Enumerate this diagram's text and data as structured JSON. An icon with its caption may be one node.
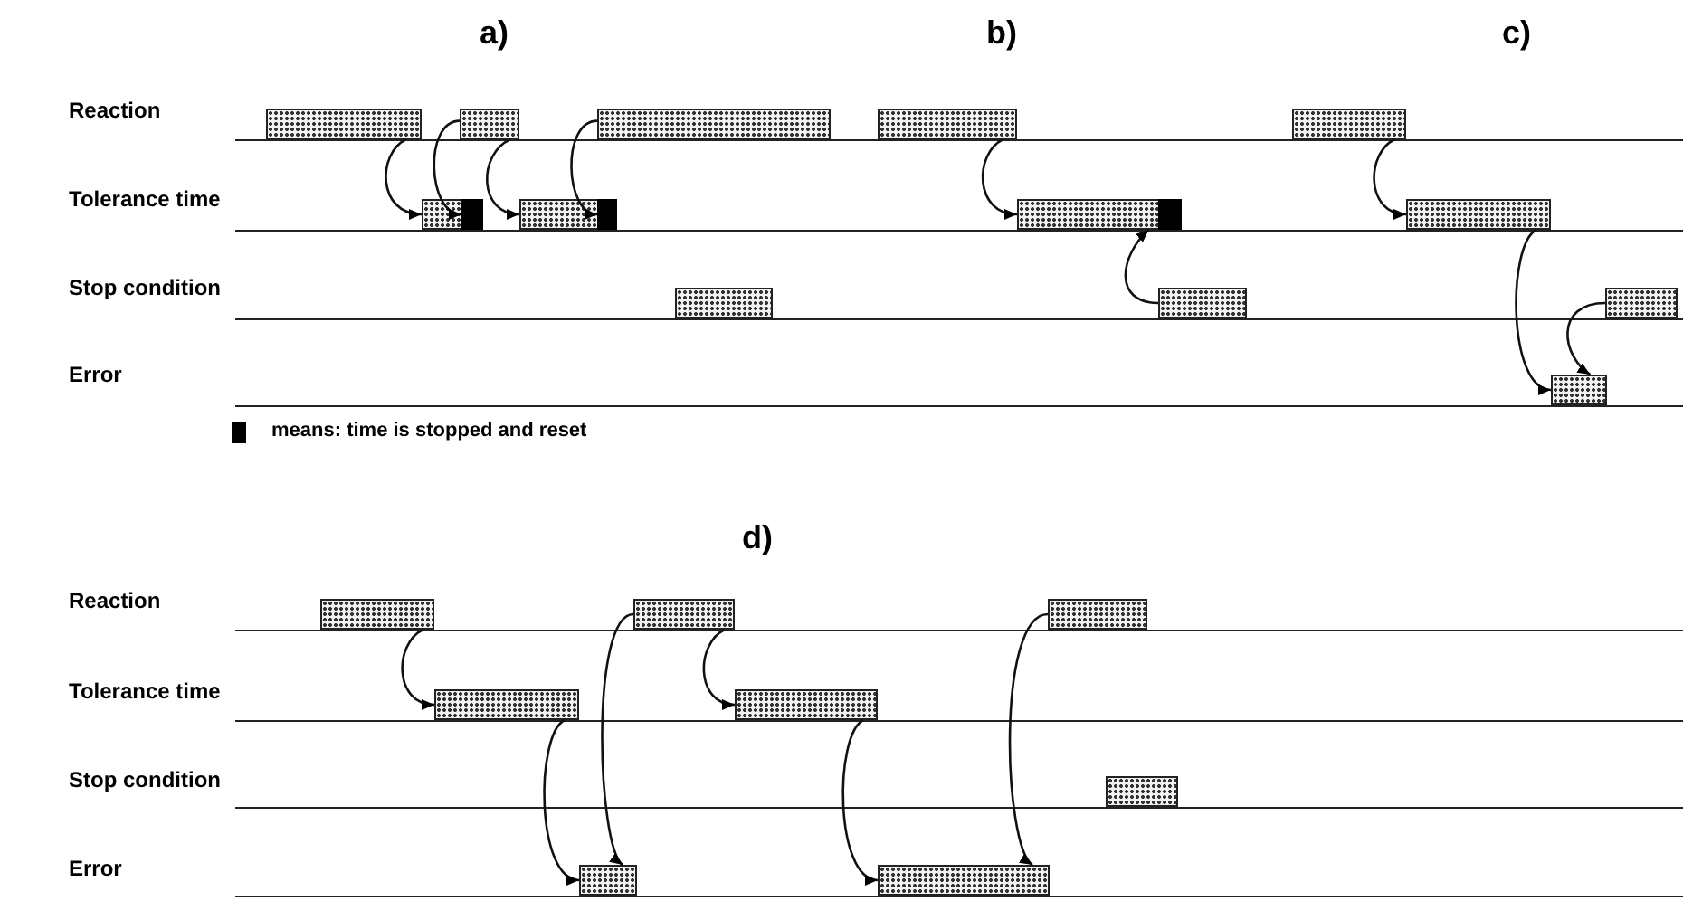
{
  "diagram": {
    "nodes": [
      {
        "text": [],
        "shape": "bar"
      },
      {
        "text": [],
        "shape": "bar"
      },
      {
        "text": [],
        "shape": "bar"
      },
      {
        "text": [],
        "shape": "bar"
      },
      {
        "text": [],
        "shape": "bar",
        "in": 3
      },
      {
        "text": [],
        "shape": "bar"
      },
      {
        "text": [],
        "shape": "bar",
        "in": 5
      },
      {
        "text": [],
        "shape": "bar"
      },
      {
        "text": [],
        "shape": "bar"
      },
      {
        "text": [],
        "shape": "bar"
      },
      {
        "text": [],
        "shape": "bar",
        "in": 9
      },
      {
        "text": [],
        "shape": "bar"
      },
      {
        "text": [],
        "shape": "bar"
      },
      {
        "text": [],
        "shape": "bar"
      },
      {
        "text": [],
        "shape": "bar"
      },
      {
        "text": [],
        "shape": "bar"
      },
      {
        "text": [],
        "shape": "bar"
      },
      {
        "text": [],
        "shape": "bar"
      },
      {
        "text": [],
        "shape": "bar"
      },
      {
        "text": [],
        "shape": "bar"
      },
      {
        "text": [],
        "shape": "bar"
      },
      {
        "text": [],
        "shape": "bar"
      },
      {
        "text": [],
        "shape": "bar"
      },
      {
        "text": [],
        "shape": "bar"
      }
    ],
    "edges": [
      {
        "from": 0,
        "to": 3,
        "arrow": "to"
      },
      {
        "from": 1,
        "to": 4,
        "arrow": "to"
      },
      {
        "from": 1,
        "to": 5,
        "arrow": "to"
      },
      {
        "from": 2,
        "to": 6,
        "arrow": "to"
      },
      {
        "from": 8,
        "to": 9,
        "arrow": "to"
      },
      {
        "from": 11,
        "to": 9,
        "arrow": "to"
      },
      {
        "from": 12,
        "to": 13,
        "arrow": "to"
      },
      {
        "from": 13,
        "to": 15,
        "arrow": "to"
      },
      {
        "from": 14,
        "to": 15,
        "arrow": "to"
      },
      {
        "from": 16,
        "to": 19,
        "arrow": "to"
      },
      {
        "from": 19,
        "to": 22,
        "arrow": "to"
      },
      {
        "from": 17,
        "to": 22,
        "arrow": "to"
      },
      {
        "from": 17,
        "to": 20,
        "arrow": "to"
      },
      {
        "from": 20,
        "to": 23,
        "arrow": "to"
      },
      {
        "from": 18,
        "to": 23,
        "arrow": "to"
      }
    ],
    "labels": [
      "a)",
      "b)",
      "c)",
      "Reaction",
      "Tolerance time",
      "Stop condition",
      "Error",
      "d)",
      "Reaction",
      "Tolerance time",
      "Stop condition",
      "Error"
    ],
    "legend": [
      {
        "text": "means: time is stopped and reset",
        "color": "#000000"
      }
    ]
  }
}
